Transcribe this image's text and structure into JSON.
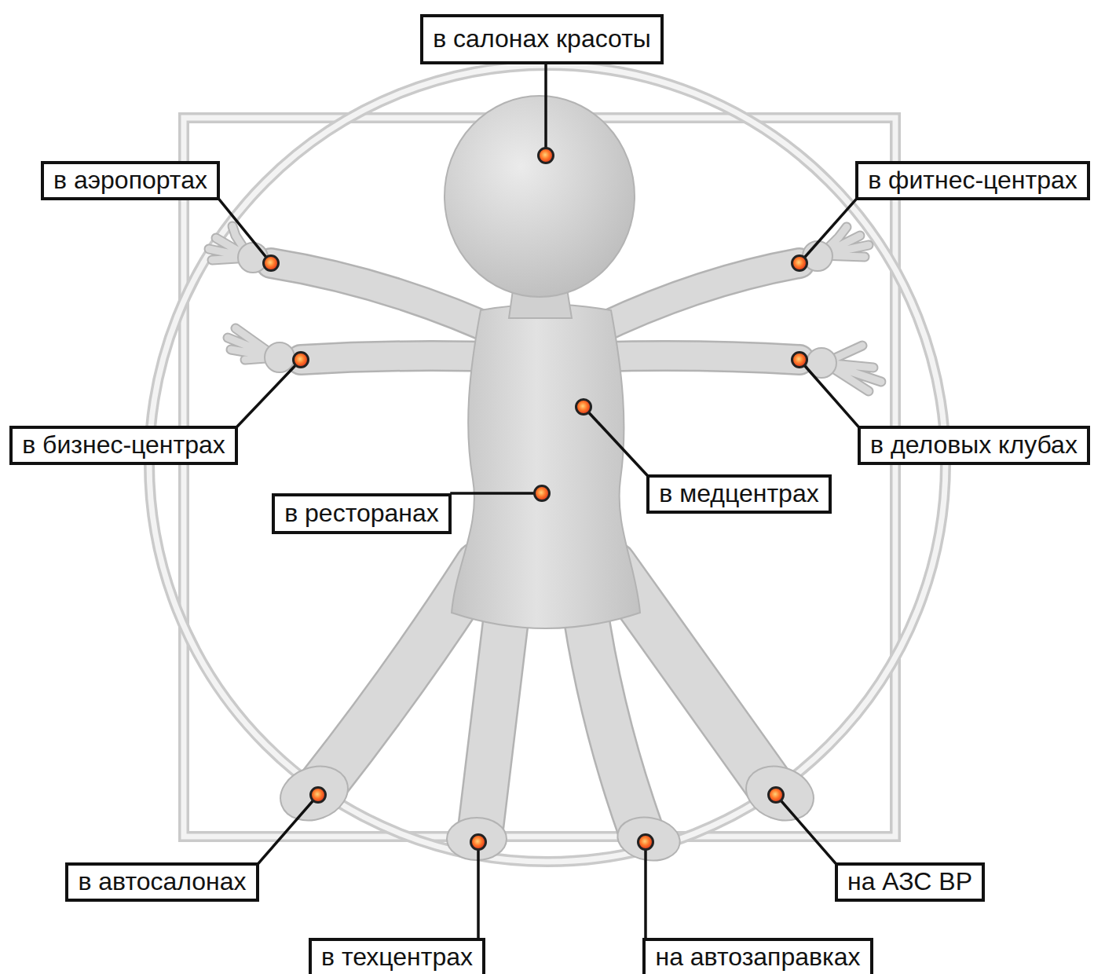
{
  "diagram": {
    "nodes": [
      {
        "text": [
          "в салонах красоты"
        ]
      },
      {
        "text": [
          "в аэропортах"
        ]
      },
      {
        "text": [
          "в фитнес-центрах"
        ]
      },
      {
        "text": [
          "в бизнес-центрах"
        ]
      },
      {
        "text": [
          "в деловых клубах"
        ]
      },
      {
        "text": [
          "в медцентрах"
        ]
      },
      {
        "text": [
          "в ресторанах"
        ]
      },
      {
        "text": [
          "в автосалонах"
        ]
      },
      {
        "text": [
          "на АЗС BP"
        ]
      },
      {
        "text": [
          "в техцентрах"
        ]
      },
      {
        "text": [
          "на автозаправках"
        ]
      }
    ]
  }
}
